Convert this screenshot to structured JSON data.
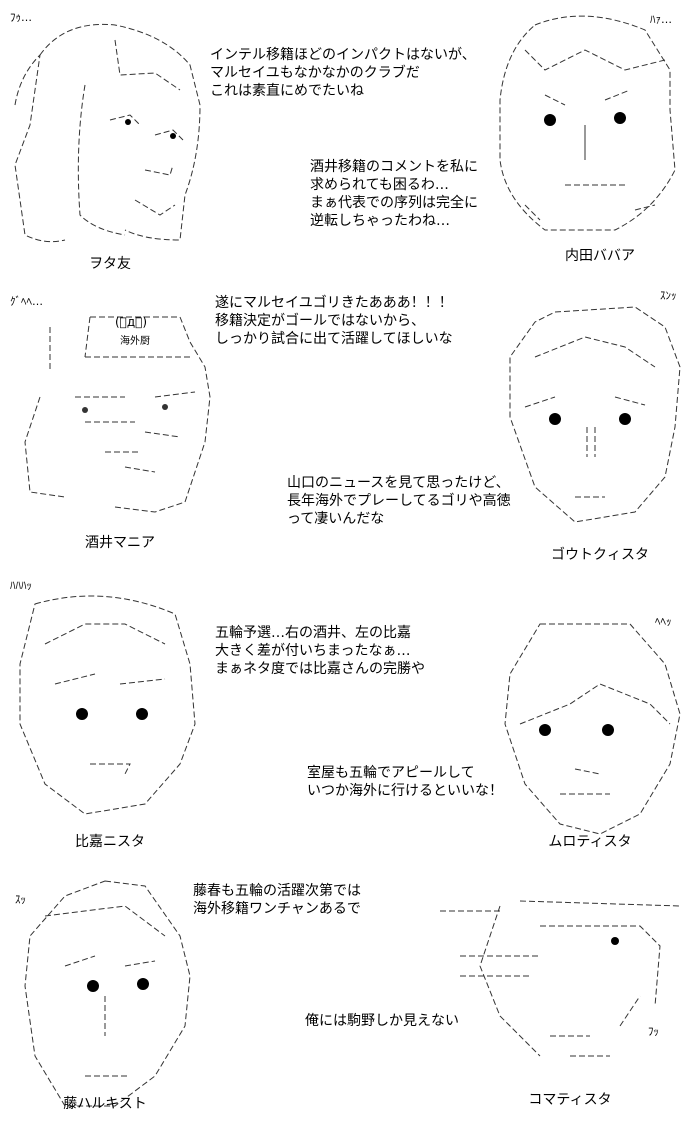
{
  "panels": [
    {
      "left": {
        "name": "ヲタ友",
        "sfx": "ﾌｩ…"
      },
      "right": {
        "name": "内田ババア",
        "sfx": "ﾊｧ…"
      },
      "speech_top": "インテル移籍ほどのインパクトはないが、\nマルセイユもなかなかのクラブだ\nこれは素直にめでたいね",
      "speech_bottom": "酒井移籍のコメントを私に\n求められても困るわ…\nまぁ代表での序列は完全に\n逆転しちゃったわね…"
    },
    {
      "left": {
        "name": "酒井マニア",
        "sfx": "ｸﾞﾍﾍ…",
        "hat": "海外厨",
        "mouth": "(ﾟд゚)"
      },
      "right": {
        "name": "ゴウトクィスタ",
        "sfx": "ｽﾝｯ"
      },
      "speech_top": "遂にマルセイユゴリきたあああ！！！\n移籍決定がゴールではないから、\nしっかり試合に出て活躍してほしいな",
      "speech_bottom": "山口のニュースを見て思ったけど、\n長年海外でプレーしてるゴリや高徳\nって凄いんだな"
    },
    {
      "left": {
        "name": "比嘉ニスタ",
        "sfx": "ﾊﾊﾊｯ"
      },
      "right": {
        "name": "ムロティスタ",
        "sfx": "ﾍﾍｯ"
      },
      "speech_top": "五輪予選…右の酒井、左の比嘉\n大きく差が付いちまったなぁ…\nまぁネタ度では比嘉さんの完勝や",
      "speech_bottom": "室屋も五輪でアピールして\nいつか海外に行けるといいな！"
    },
    {
      "left": {
        "name": "藤ハルキスト",
        "sfx": "ｽｯ"
      },
      "right": {
        "name": "コマティスタ",
        "sfx": "ﾌｯ"
      },
      "speech_top": "藤春も五輪の活躍次第では\n海外移籍ワンチャンあるで",
      "speech_bottom": "俺には駒野しか見えない"
    }
  ]
}
